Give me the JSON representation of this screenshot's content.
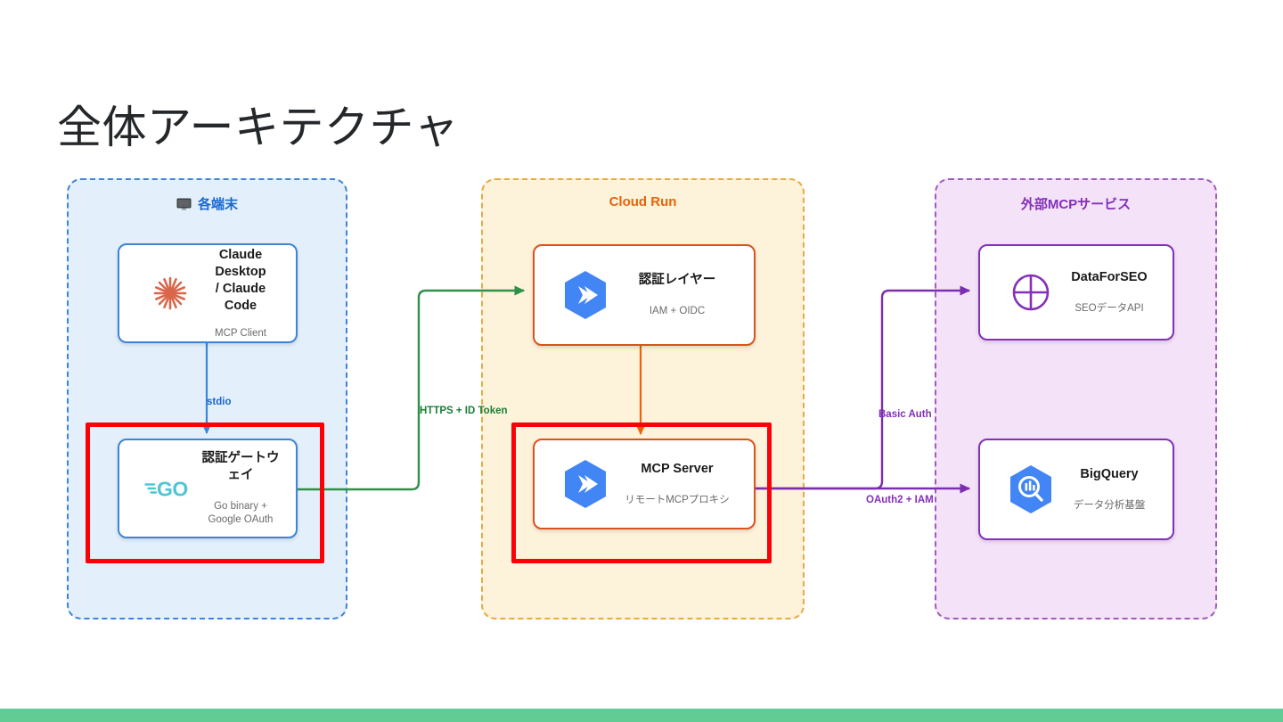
{
  "slide": {
    "title": "全体アーキテクチャ",
    "footer_color": "#62cc95",
    "background": "#ffffff"
  },
  "groups": [
    {
      "id": "devices",
      "title": "各端末",
      "icon": "monitor-icon",
      "accent": "#1967d2",
      "border_color": "#3d85d8",
      "fill": "#e3f0fb",
      "border_style": "dashed"
    },
    {
      "id": "cloudrun",
      "title": "Cloud Run",
      "icon": "",
      "accent": "#e8630a",
      "border_color": "#eaa940",
      "fill": "#fdf2da",
      "border_style": "dashed"
    },
    {
      "id": "external",
      "title": "外部MCPサービス",
      "icon": "",
      "accent": "#8430b8",
      "border_color": "#a05bc0",
      "fill": "#f4e2f8",
      "border_style": "dashed"
    }
  ],
  "nodes": [
    {
      "id": "claude",
      "title": "Claude Desktop\n/ Claude Code",
      "subtitle": "MCP Client",
      "icon": "anthropic-starburst-icon",
      "group": "devices",
      "border_color": "#3d85d8",
      "highlighted": false
    },
    {
      "id": "gateway",
      "title": "認証ゲートウェイ",
      "subtitle": "Go binary + Google OAuth",
      "icon": "go-gopher-logo-icon",
      "group": "devices",
      "border_color": "#3d85d8",
      "highlighted": true
    },
    {
      "id": "authlayer",
      "title": "認証レイヤー",
      "subtitle": "IAM + OIDC",
      "icon": "cloud-run-icon",
      "group": "cloudrun",
      "border_color": "#d9541d",
      "highlighted": false
    },
    {
      "id": "mcpserver",
      "title": "MCP Server",
      "subtitle": "リモートMCPプロキシ",
      "icon": "cloud-run-icon",
      "group": "cloudrun",
      "border_color": "#d9541d",
      "highlighted": true
    },
    {
      "id": "dataforseo",
      "title": "DataForSEO",
      "subtitle": "SEOデータAPI",
      "icon": "dataforseo-crosshair-icon",
      "group": "external",
      "border_color": "#8430b8",
      "highlighted": false
    },
    {
      "id": "bigquery",
      "title": "BigQuery",
      "subtitle": "データ分析基盤",
      "icon": "bigquery-icon",
      "group": "external",
      "border_color": "#8430b8",
      "highlighted": false
    }
  ],
  "edges": [
    {
      "id": "stdio",
      "label": "stdio",
      "from": "claude",
      "to": "gateway",
      "color": "#1967d2"
    },
    {
      "id": "https",
      "label": "HTTPS + ID Token",
      "from": "gateway",
      "to": "authlayer",
      "color": "#188038"
    },
    {
      "id": "internal",
      "label": "",
      "from": "authlayer",
      "to": "mcpserver",
      "color": "#e8630a"
    },
    {
      "id": "basicauth",
      "label": "Basic Auth",
      "from": "mcpserver",
      "to": "dataforseo",
      "color": "#8430b8"
    },
    {
      "id": "oauth2",
      "label": "OAuth2 + IAM",
      "from": "mcpserver",
      "to": "bigquery",
      "color": "#8430b8"
    }
  ],
  "highlight": {
    "color": "#fb0007",
    "targets": [
      "gateway",
      "mcpserver"
    ]
  }
}
